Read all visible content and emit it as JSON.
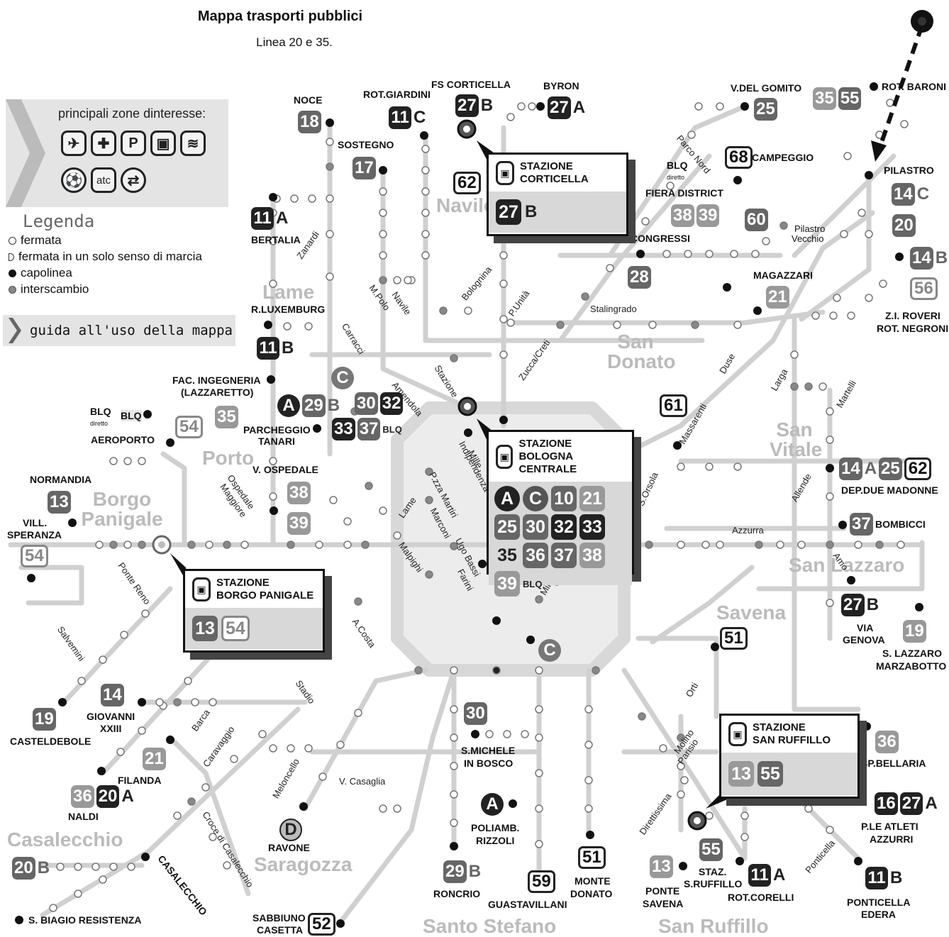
{
  "header": {
    "title": "Mappa trasporti pubblici",
    "subtitle": "Linea 20 e 35."
  },
  "zones": {
    "title": "principali zone dinteresse:",
    "icons": [
      "airport-icon",
      "hospital-icon",
      "parking-icon",
      "train-icon",
      "stack-icon",
      "stadium-icon",
      "atc-icon",
      "exchange-icon"
    ],
    "atc": "atc",
    "parking": "P"
  },
  "legend": {
    "title": "Legenda",
    "items": [
      "fermata",
      "fermata in un solo senso di marcia",
      "capolinea",
      "interscambio"
    ]
  },
  "guide": {
    "label": "guida all'uso della mappa"
  },
  "districts": [
    "Navile",
    "Lame",
    "San Donato",
    "Porto",
    "Borgo Panigale",
    "San Vitale",
    "San Lazzaro",
    "Savena",
    "Casalecchio",
    "Saragozza",
    "Santo Stefano",
    "San Ruffillo"
  ],
  "stations": {
    "corticella": {
      "name1": "STAZIONE",
      "name2": "CORTICELLA",
      "lines": [
        "27",
        "B"
      ]
    },
    "centrale": {
      "name1": "STAZIONE",
      "name2": "BOLOGNA CENTRALE",
      "lines": [
        "A",
        "C",
        "10",
        "21",
        "25",
        "30",
        "32",
        "33",
        "35",
        "36",
        "37",
        "38",
        "39",
        "BLQ"
      ]
    },
    "borgo": {
      "name1": "STAZIONE",
      "name2": "BORGO PANIGALE",
      "lines": [
        "13",
        "54"
      ]
    },
    "ruffillo": {
      "name1": "STAZIONE",
      "name2": "SAN RUFFILLO",
      "lines": [
        "13",
        "55"
      ]
    }
  },
  "stops": {
    "noce": "NOCE",
    "giardini": "ROT.GIARDINI",
    "corticella": "FS CORTICELLA",
    "byron": "BYRON",
    "gomito": "V.DEL GOMITO",
    "baroni": "ROT. BARONI",
    "sostegno": "SOSTEGNO",
    "campeggio": "CAMPEGGIO",
    "fiera": "FIERA DISTRICT",
    "blqdiretto": "BLQ",
    "diretto": "diretto",
    "pilastro": "PILASTRO",
    "bertalia": "BERTALIA",
    "congressi": "PAL.CONGRESSI",
    "pilastrovecchio1": "Pilastro",
    "pilastrovecchio2": "Vecchio",
    "magazzari": "MAGAZZARI",
    "luxemburg": "R.LUXEMBURG",
    "roveri1": "Z.I. ROVERI",
    "roveri2": "ROT. NEGRONI",
    "ingegneria1": "FAC. INGEGNERIA",
    "ingegneria2": "(LAZZARETTO)",
    "parcheggio1": "PARCHEGGIO",
    "parcheggio2": "TANARI",
    "aeroporto": "AEROPORTO",
    "ospedale": "V. OSPEDALE",
    "normandia": "NORMANDIA",
    "speranza1": "VILL.",
    "speranza2": "SPERANZA",
    "madonne": "DEP.DUE MADONNE",
    "bombicci": "BOMBICCI",
    "genova1": "VIA",
    "genova2": "GENOVA",
    "marzabotto1": "S. LAZZARO",
    "marzabotto2": "MARZABOTTO",
    "giovanni1": "GIOVANNI",
    "giovanni2": "XXIII",
    "casteldebole": "CASTELDEBOLE",
    "filanda": "FILANDA",
    "naldi": "NALDI",
    "michele1": "S.MICHELE",
    "michele2": "IN BOSCO",
    "bellaria": "SP.BELLARIA",
    "poliamb1": "POLIAMB.",
    "poliamb2": "RIZZOLI",
    "ravone": "RAVONE",
    "atleti1": "P.LE ATLETI",
    "atleti2": "AZZURRI",
    "biagio": "S. BIAGIO RESISTENZA",
    "casalecchio": "CASALECCHIO",
    "sabbiuno1": "SABBIUNO",
    "sabbiuno2": "CASETTA",
    "roncrio": "RONCRIO",
    "guastavillani": "GUASTAVILLANI",
    "montedonato1": "MONTE",
    "montedonato2": "DONATO",
    "pontesavena1": "PONTE",
    "pontesavena2": "SAVENA",
    "sruffillo1": "STAZ.",
    "sruffillo2": "S.RUFFILLO",
    "corelli": "ROT.CORELLI",
    "ponticella1": "PONTICELLA",
    "ponticella2": "EDERA",
    "blq1": "BLQ",
    "blq2": "BLQ",
    "blqd": "diretto"
  },
  "streets": [
    "Zanardi",
    "M.Polo",
    "Navile",
    "Bolognina",
    "P.Unità",
    "Carracci",
    "Stazione",
    "Amendola",
    "Mille",
    "Indipendenza",
    "P.zza Martiri",
    "Marconi",
    "Ugo Bassi",
    "Farini",
    "Lame",
    "Malpighi",
    "Zucca/Creti",
    "Stalingrado",
    "Duse",
    "Larga",
    "Martelli",
    "Massarenti",
    "S.Orsola",
    "Allende",
    "Azzurra",
    "Amo",
    "Ospedale",
    "Maggiore",
    "Ponte Reno",
    "Salvemini",
    "A.Costa",
    "Stadio",
    "Barca",
    "Caravaggio",
    "Meloncello",
    "V. Casaglia",
    "Croce di Casalecchio",
    "Molino",
    "Parisio",
    "Direttissima",
    "Orti",
    "Ponticella",
    "Parco Nord",
    "Mingh"
  ],
  "lines": {
    "l18": "18",
    "l11c": "11",
    "sc": "C",
    "l27b": "27",
    "sb": "B",
    "l27a": "27",
    "sa": "A",
    "l25": "25",
    "l35": "35",
    "l55": "55",
    "l17": "17",
    "l62": "62",
    "l68": "68",
    "l38": "38",
    "l39": "39",
    "l60": "60",
    "l14c": "14",
    "l20": "20",
    "l11a": "11",
    "l28": "28",
    "l21": "21",
    "l14b": "14",
    "l56": "56",
    "l11b": "11",
    "lC": "C",
    "lA": "A",
    "l29": "29",
    "l30": "30",
    "l32": "32",
    "l33": "33",
    "l37": "37",
    "blq": "BLQ",
    "l54": "54",
    "l61": "61",
    "l13": "13",
    "l14a": "14",
    "l62b": "62",
    "l25b": "25",
    "l54b": "54",
    "l37b": "37",
    "l27b2": "27",
    "l19": "19",
    "l51": "51",
    "l14g": "14",
    "l19b": "19",
    "l21b": "21",
    "l36": "36",
    "l20a": "20",
    "l30b": "30",
    "lCb": "C",
    "l36b": "36",
    "lAb": "A",
    "l16": "16",
    "l27a2": "27",
    "lD": "D",
    "l20b": "20",
    "l29b": "29",
    "l59": "59",
    "l51b": "51",
    "l13b": "13",
    "l55b": "55",
    "l11a2": "11",
    "l11b2": "11",
    "l52": "52",
    "l35b": "35"
  }
}
